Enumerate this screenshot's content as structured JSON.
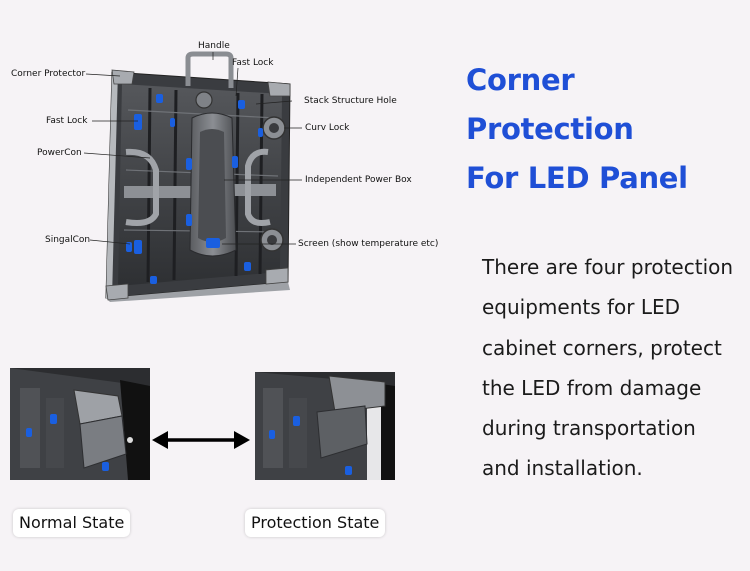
{
  "title": {
    "line1": "Corner Protection",
    "line2": "For LED Panel"
  },
  "description": {
    "lines": [
      "There are four protection",
      "equipments for LED",
      "cabinet corners, protect",
      "the LED from damage",
      "during transportation",
      "and installation."
    ]
  },
  "callouts": {
    "handle": "Handle",
    "fast_lock_top": "Fast Lock",
    "corner_protector": "Corner Protector",
    "stack_structure_hole": "Stack Structure Hole",
    "fast_lock_left": "Fast Lock",
    "curv_lock": "Curv Lock",
    "powercon": "PowerCon",
    "independent_power_box": "Independent Power Box",
    "singalcon": "SingalCon",
    "screen": "Screen (show temperature etc)"
  },
  "states": {
    "normal": "Normal State",
    "protection": "Protection State"
  },
  "colors": {
    "title": "#1f4fd6",
    "accent_blue": "#1a5fe0",
    "background": "#f6f3f6"
  }
}
